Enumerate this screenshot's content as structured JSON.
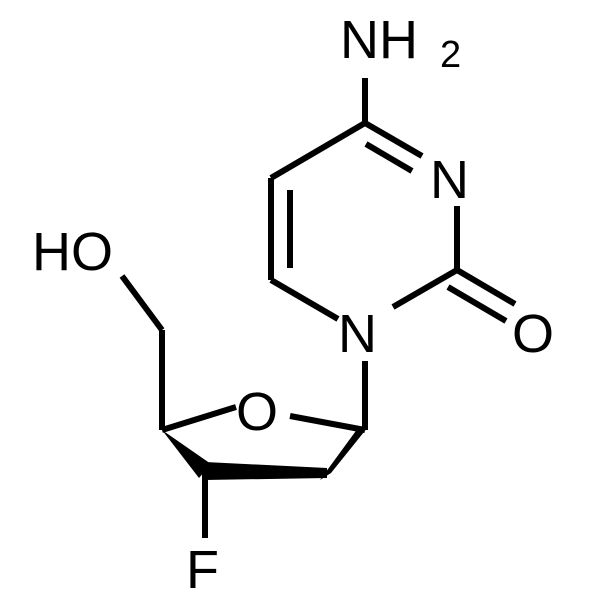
{
  "molecule": {
    "atoms": {
      "amine": "NH",
      "amine_subscript": "2",
      "ring_nitrogen_top": "N",
      "ring_nitrogen_glycosidic": "N",
      "carbonyl_oxygen": "O",
      "ring_oxygen": "O",
      "hydroxyl": "HO",
      "fluorine": "F"
    },
    "colors": {
      "ink": "#000000",
      "background": "#ffffff"
    }
  }
}
